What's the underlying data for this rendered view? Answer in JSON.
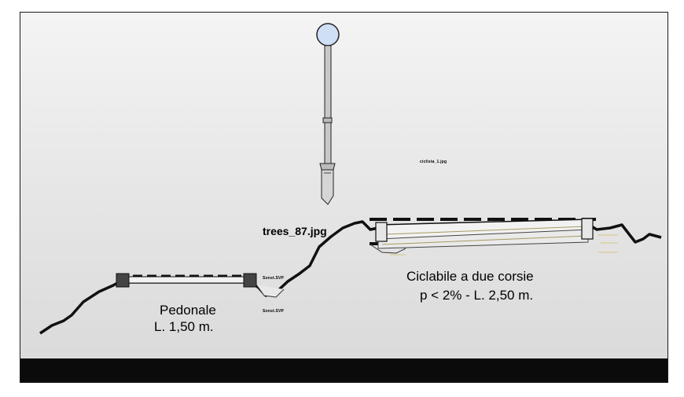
{
  "labels": {
    "pedonale_line1": "Pedonale",
    "pedonale_line2": "L. 1,50 m.",
    "ciclabile_line1": "Ciclabile a due corsie",
    "ciclabile_line2": "p < 2% - L. 2,50 m.",
    "trees": "trees_87.jpg",
    "small_ref_top": "ciclista_1.jpg",
    "small_ref_left": "Sonst.SVP",
    "small_ref_left2": "Sonst.SVP"
  },
  "colors": {
    "ground": "#0b0b0b",
    "terrain": "#111111",
    "lamp_globe": "#cfe0f5",
    "lamp_post": "#c8c8c8",
    "path_fill": "#f2f2f2",
    "accent_lines": "#d9cfa0"
  }
}
